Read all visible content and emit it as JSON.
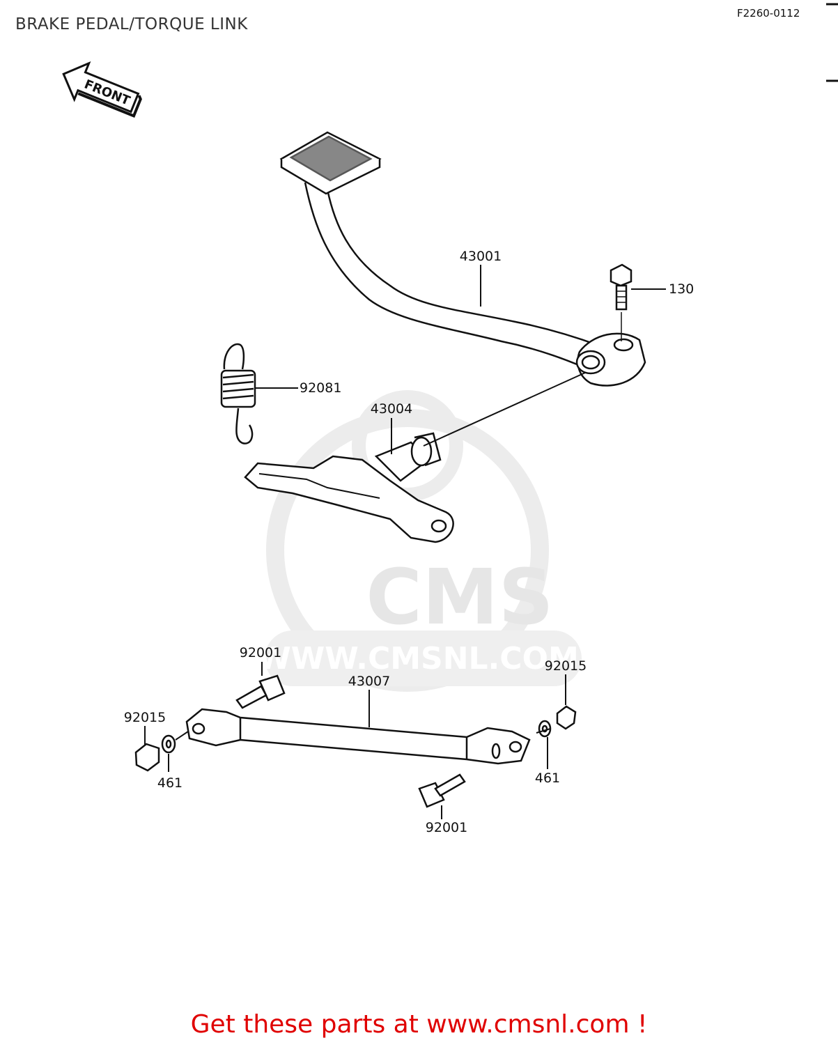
{
  "header": {
    "title": "BRAKE PEDAL/TORQUE LINK",
    "figure_code": "F2260-0112"
  },
  "diagram": {
    "front_arrow_label": "FRONT",
    "watermark": {
      "logo_text": "CMS",
      "url_text": "WWW.CMSNL.COM"
    },
    "callouts": {
      "brake_pedal": "43001",
      "bolt": "130",
      "spring": "92081",
      "shaft": "43004",
      "bolt_left": "92001",
      "torque_link": "43007",
      "nut_right": "92015",
      "nut_left": "92015",
      "washer_left": "461",
      "washer_right": "461",
      "bolt_bottom": "92001"
    }
  },
  "footer": {
    "cta": "Get these parts at www.cmsnl.com !",
    "color": "#e00000"
  }
}
